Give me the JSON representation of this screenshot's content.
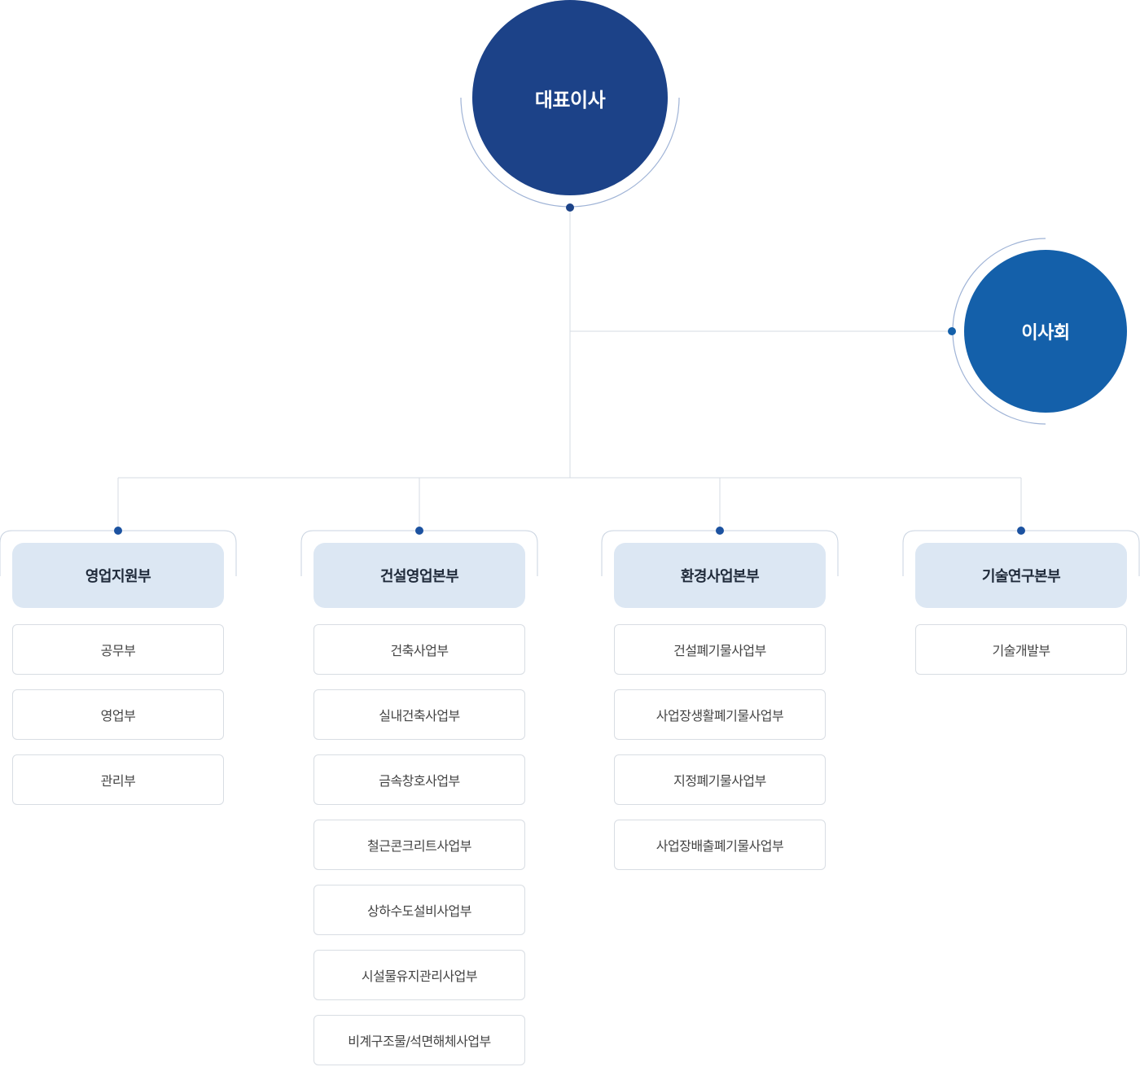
{
  "ceo": {
    "label": "대표이사"
  },
  "board": {
    "label": "이사회"
  },
  "divisions": [
    {
      "title": "영업지원부",
      "departments": [
        "공무부",
        "영업부",
        "관리부"
      ]
    },
    {
      "title": "건설영업본부",
      "departments": [
        "건축사업부",
        "실내건축사업부",
        "금속창호사업부",
        "철근콘크리트사업부",
        "상하수도설비사업부",
        "시설물유지관리사업부",
        "비계구조물/석면해체사업부"
      ]
    },
    {
      "title": "환경사업본부",
      "departments": [
        "건설폐기물사업부",
        "사업장생활폐기물사업부",
        "지정폐기물사업부",
        "사업장배출폐기물사업부"
      ]
    },
    {
      "title": "기술연구본부",
      "departments": [
        "기술개발부"
      ]
    }
  ],
  "colors": {
    "ceo": "#1c4288",
    "board": "#1460aa",
    "division_header": "#dce7f3",
    "connector": "#d5dbe3",
    "dot": "#1c52a0"
  }
}
